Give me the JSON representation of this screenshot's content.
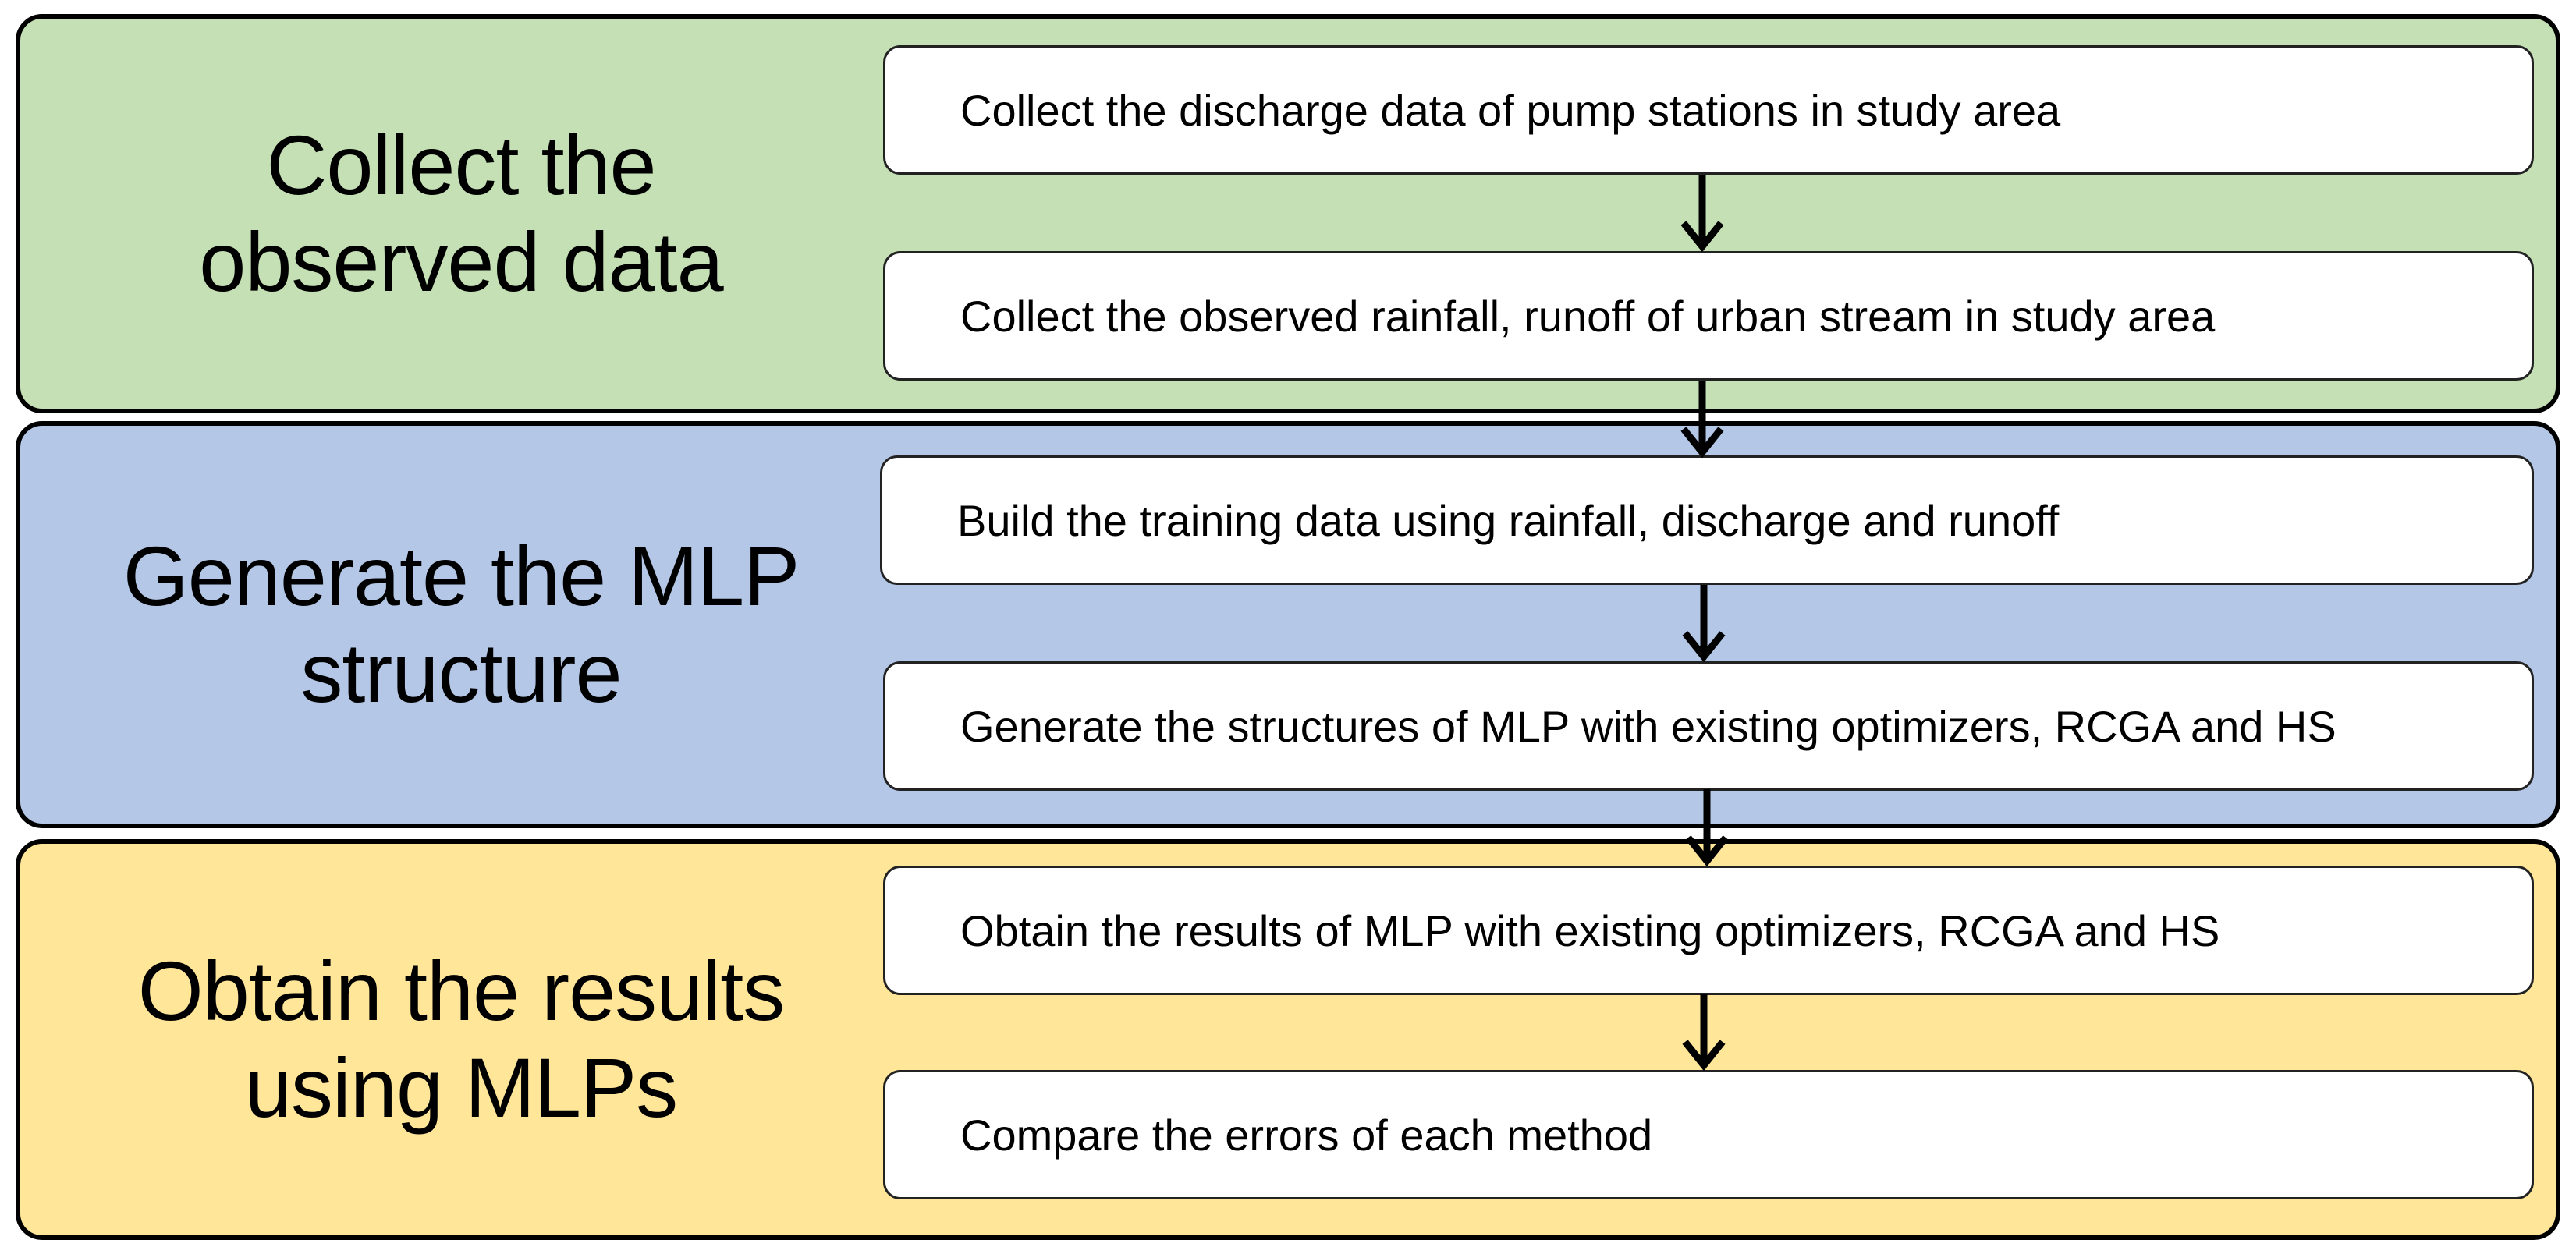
{
  "colors": {
    "band_collect": "#c5e0b4",
    "band_generate": "#b4c7e7",
    "band_obtain": "#ffe699",
    "border": "#000000",
    "step_fill": "#ffffff"
  },
  "stages": [
    {
      "title": "Collect the\nobserved data",
      "steps": [
        "Collect the discharge data of pump stations in study area",
        "Collect the observed rainfall, runoff of urban stream in study area"
      ]
    },
    {
      "title": "Generate the MLP\nstructure",
      "steps": [
        "Build the training data using rainfall, discharge and runoff",
        "Generate the structures of MLP with existing optimizers, RCGA and HS"
      ]
    },
    {
      "title": "Obtain the results\nusing MLPs",
      "steps": [
        "Obtain the results of MLP with existing optimizers, RCGA and HS",
        "Compare the errors of each method"
      ]
    }
  ],
  "arrows": [
    {
      "icon": "down-arrow-icon"
    },
    {
      "icon": "down-arrow-icon"
    },
    {
      "icon": "down-arrow-icon"
    },
    {
      "icon": "down-arrow-icon"
    },
    {
      "icon": "down-arrow-icon"
    }
  ]
}
